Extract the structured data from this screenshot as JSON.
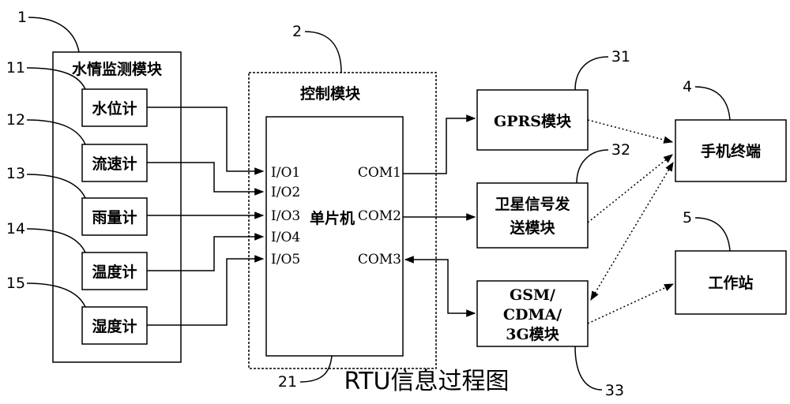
{
  "title": "RTU信息过程图",
  "water_module": {
    "ref": "1",
    "label": "水情监测模块",
    "sensors": [
      {
        "ref": "11",
        "label": "水位计"
      },
      {
        "ref": "12",
        "label": "流速计"
      },
      {
        "ref": "13",
        "label": "雨量计"
      },
      {
        "ref": "14",
        "label": "温度计"
      },
      {
        "ref": "15",
        "label": "湿度计"
      }
    ]
  },
  "control_module": {
    "ref": "2",
    "label": "控制模块",
    "mcu": {
      "ref": "21",
      "label": "单片机",
      "io_ports": [
        "I/O1",
        "I/O2",
        "I/O3",
        "I/O4",
        "I/O5"
      ],
      "com_ports": [
        "COM1",
        "COM2",
        "COM3"
      ]
    }
  },
  "comm_modules": [
    {
      "ref": "31",
      "label_lines": [
        "GPRS模块"
      ]
    },
    {
      "ref": "32",
      "label_lines": [
        "卫星信号发",
        "送模块"
      ]
    },
    {
      "ref": "33",
      "label_lines": [
        "GSM/",
        "CDMA/",
        "3G模块"
      ]
    }
  ],
  "terminals": [
    {
      "ref": "4",
      "label": "手机终端"
    },
    {
      "ref": "5",
      "label": "工作站"
    }
  ]
}
